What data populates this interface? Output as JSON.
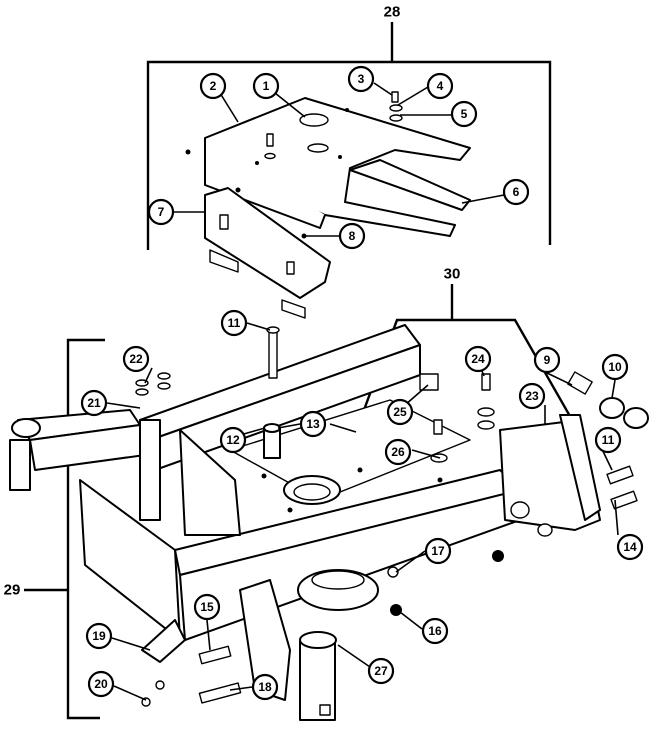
{
  "callouts": [
    {
      "id": "c1",
      "label": "1"
    },
    {
      "id": "c2",
      "label": "2"
    },
    {
      "id": "c3",
      "label": "3"
    },
    {
      "id": "c4",
      "label": "4"
    },
    {
      "id": "c5",
      "label": "5"
    },
    {
      "id": "c6",
      "label": "6"
    },
    {
      "id": "c7",
      "label": "7"
    },
    {
      "id": "c8",
      "label": "8"
    },
    {
      "id": "c9",
      "label": "9"
    },
    {
      "id": "c10",
      "label": "10"
    },
    {
      "id": "c11a",
      "label": "11"
    },
    {
      "id": "c11b",
      "label": "11"
    },
    {
      "id": "c12",
      "label": "12"
    },
    {
      "id": "c13",
      "label": "13"
    },
    {
      "id": "c14",
      "label": "14"
    },
    {
      "id": "c15",
      "label": "15"
    },
    {
      "id": "c16",
      "label": "16"
    },
    {
      "id": "c17",
      "label": "17"
    },
    {
      "id": "c18",
      "label": "18"
    },
    {
      "id": "c19",
      "label": "19"
    },
    {
      "id": "c20",
      "label": "20"
    },
    {
      "id": "c21",
      "label": "21"
    },
    {
      "id": "c22",
      "label": "22"
    },
    {
      "id": "c23",
      "label": "23"
    },
    {
      "id": "c24",
      "label": "24"
    },
    {
      "id": "c25",
      "label": "25"
    },
    {
      "id": "c26",
      "label": "26"
    },
    {
      "id": "c27",
      "label": "27"
    }
  ],
  "groups": [
    {
      "id": "g28",
      "label": "28"
    },
    {
      "id": "g29",
      "label": "29"
    },
    {
      "id": "g30",
      "label": "30"
    }
  ]
}
